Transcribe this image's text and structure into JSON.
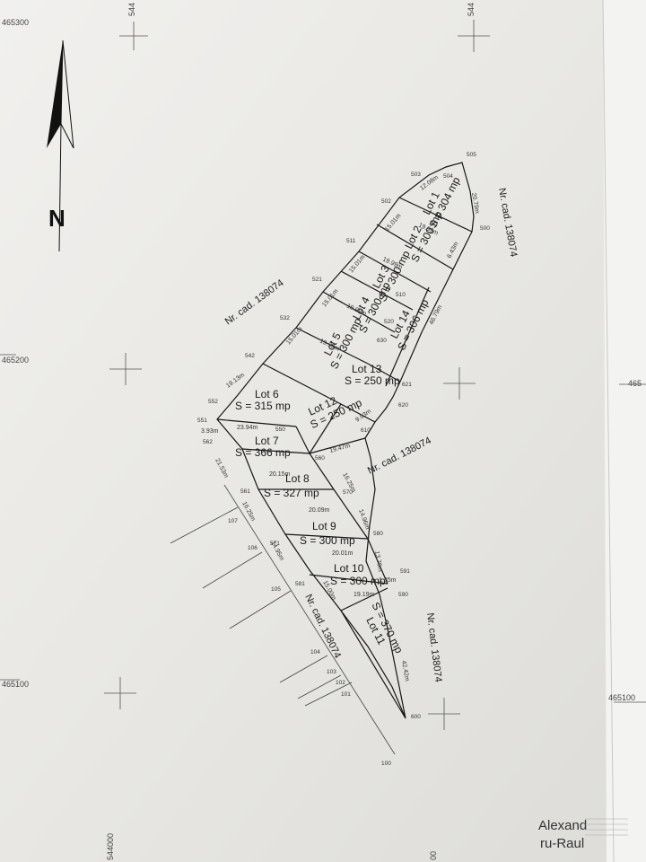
{
  "north_label": "N",
  "coordinates": [
    {
      "id": "c1",
      "text": "465300"
    },
    {
      "id": "c2",
      "text": "465200"
    },
    {
      "id": "c3",
      "text": "465100"
    },
    {
      "id": "c4",
      "text": "465100"
    },
    {
      "id": "c5",
      "text": "465"
    },
    {
      "id": "c6",
      "text": "544000"
    },
    {
      "id": "c7",
      "text": "544"
    },
    {
      "id": "c8",
      "text": "544"
    },
    {
      "id": "c9",
      "text": "00"
    }
  ],
  "cadastral_labels": [
    {
      "id": "cad1",
      "text": "Nr. cad. 138074"
    },
    {
      "id": "cad2",
      "text": "Nr. cad. 138074"
    },
    {
      "id": "cad3",
      "text": "Nr. cad. 138074"
    },
    {
      "id": "cad4",
      "text": "Nr. cad. 138074"
    },
    {
      "id": "cad5",
      "text": "Nr. cad. 138074"
    }
  ],
  "lots": [
    {
      "id": "lot1",
      "name": "Lot 1",
      "area": "S = 304 mp"
    },
    {
      "id": "lot2",
      "name": "Lot 2",
      "area": "S = 300 mp"
    },
    {
      "id": "lot3",
      "name": "Lot 3",
      "area": "S = 300 mp"
    },
    {
      "id": "lot4",
      "name": "Lot 4",
      "area": "S = 300 mp"
    },
    {
      "id": "lot5",
      "name": "Lot 5",
      "area": "S = 300 mp"
    },
    {
      "id": "lot6",
      "name": "Lot 6",
      "area": "S = 315 mp"
    },
    {
      "id": "lot7",
      "name": "Lot 7",
      "area": "S = 366 mp"
    },
    {
      "id": "lot8",
      "name": "Lot 8",
      "area": "S = 327 mp"
    },
    {
      "id": "lot9",
      "name": "Lot 9",
      "area": "S = 300 mp"
    },
    {
      "id": "lot10",
      "name": "Lot 10",
      "area": "S = 300 mp"
    },
    {
      "id": "lot11",
      "name": "Lot 11",
      "area": "S = 370 mp"
    },
    {
      "id": "lot12",
      "name": "Lot 12",
      "area": "S = 250 mp"
    },
    {
      "id": "lot13",
      "name": "Lot 13",
      "area": "S = 250 mp"
    },
    {
      "id": "lot14",
      "name": "Lot 14",
      "area": "S = 306 mp"
    }
  ],
  "points": [
    {
      "id": "p505",
      "text": "505"
    },
    {
      "id": "p504",
      "text": "504"
    },
    {
      "id": "p503",
      "text": "503"
    },
    {
      "id": "p502",
      "text": "502"
    },
    {
      "id": "p500",
      "text": "500"
    },
    {
      "id": "p511",
      "text": "511"
    },
    {
      "id": "p521",
      "text": "521"
    },
    {
      "id": "p532",
      "text": "532"
    },
    {
      "id": "p542",
      "text": "542"
    },
    {
      "id": "p552",
      "text": "552"
    },
    {
      "id": "p551",
      "text": "551"
    },
    {
      "id": "p562",
      "text": "562"
    },
    {
      "id": "p561",
      "text": "561"
    },
    {
      "id": "p571",
      "text": "571"
    },
    {
      "id": "p581",
      "text": "581"
    },
    {
      "id": "p550",
      "text": "550"
    },
    {
      "id": "p560",
      "text": "560"
    },
    {
      "id": "p570",
      "text": "570"
    },
    {
      "id": "p580",
      "text": "580"
    },
    {
      "id": "p591",
      "text": "591"
    },
    {
      "id": "p590",
      "text": "590"
    },
    {
      "id": "p600",
      "text": "600"
    },
    {
      "id": "p610",
      "text": "610"
    },
    {
      "id": "p620",
      "text": "620"
    },
    {
      "id": "p621",
      "text": "621"
    },
    {
      "id": "p630",
      "text": "630"
    },
    {
      "id": "p510",
      "text": "510"
    },
    {
      "id": "p520",
      "text": "520"
    },
    {
      "id": "p107",
      "text": "107"
    },
    {
      "id": "p106",
      "text": "106"
    },
    {
      "id": "p105",
      "text": "105"
    },
    {
      "id": "p104",
      "text": "104"
    },
    {
      "id": "p103",
      "text": "103"
    },
    {
      "id": "p102",
      "text": "102"
    },
    {
      "id": "p101",
      "text": "101"
    },
    {
      "id": "p100",
      "text": "100"
    }
  ],
  "dimensions": [
    {
      "id": "d1",
      "text": "12.08m"
    },
    {
      "id": "d2",
      "text": "20.79m"
    },
    {
      "id": "d3",
      "text": "15.01m"
    },
    {
      "id": "d4",
      "text": "19.99m"
    },
    {
      "id": "d5",
      "text": "15.01m"
    },
    {
      "id": "d6",
      "text": "19.99m"
    },
    {
      "id": "d7",
      "text": "15.01m"
    },
    {
      "id": "d8",
      "text": "19.99m"
    },
    {
      "id": "d9",
      "text": "15.01m"
    },
    {
      "id": "d10",
      "text": "19.99m"
    },
    {
      "id": "d11",
      "text": "19.13m"
    },
    {
      "id": "d12",
      "text": "23.94m"
    },
    {
      "id": "d13",
      "text": "20.15m"
    },
    {
      "id": "d14",
      "text": "20.09m"
    },
    {
      "id": "d15",
      "text": "20.01m"
    },
    {
      "id": "d16",
      "text": "19.19m"
    },
    {
      "id": "d17",
      "text": "21.53m"
    },
    {
      "id": "d18",
      "text": "16.25m"
    },
    {
      "id": "d19",
      "text": "14.95m"
    },
    {
      "id": "d20",
      "text": "15.00m"
    },
    {
      "id": "d21",
      "text": "46.79m"
    },
    {
      "id": "d22",
      "text": "42.42m"
    },
    {
      "id": "d23",
      "text": "19.47m"
    },
    {
      "id": "d24",
      "text": "9.93m"
    },
    {
      "id": "d25",
      "text": "13.79m"
    },
    {
      "id": "d26",
      "text": "1.35m"
    },
    {
      "id": "d27",
      "text": "3.93m"
    },
    {
      "id": "d28",
      "text": "16.25m"
    },
    {
      "id": "d29",
      "text": "14.96m"
    },
    {
      "id": "d30",
      "text": "6.43m"
    }
  ],
  "author": {
    "line1": "Alexand",
    "line2": "ru-Raul"
  }
}
